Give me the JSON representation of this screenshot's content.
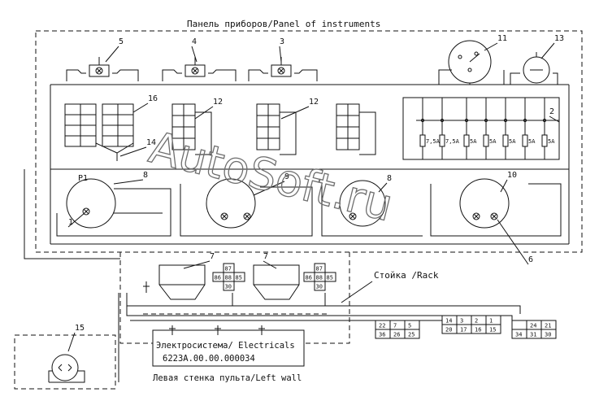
{
  "labels": {
    "panel_title": "Панель приборов/Panel of instruments",
    "rack": "Стойка /Rack",
    "electrics_line1": "Электросистема/ Electricals",
    "electrics_line2": "6223A.00.00.000034",
    "left_wall": "Левая стенка пульта/Left wall",
    "gauge_p1": "P1"
  },
  "callouts": [
    "5",
    "4",
    "3",
    "11",
    "13",
    "16",
    "12",
    "12",
    "2",
    "14",
    "8",
    "9",
    "8",
    "10",
    "1",
    "6",
    "7",
    "7",
    "15"
  ],
  "relay_contacts": [
    "87",
    "86",
    "88",
    "85",
    "30"
  ],
  "connectors": [
    {
      "top": [
        "22",
        "7",
        "5"
      ],
      "bottom": [
        "36",
        "26",
        "25"
      ]
    },
    {
      "top": [
        "14",
        "3",
        "2",
        "1"
      ],
      "bottom": [
        "20",
        "17",
        "16",
        "15"
      ]
    },
    {
      "top": [
        "24",
        "21"
      ],
      "bottom": [
        "34",
        "31",
        "30"
      ]
    }
  ],
  "fuse_labels": [
    "7,5A",
    "7,5A",
    "5A",
    "5A",
    "5A",
    "5A",
    "5A"
  ],
  "watermark": "AutoSoft.ru"
}
